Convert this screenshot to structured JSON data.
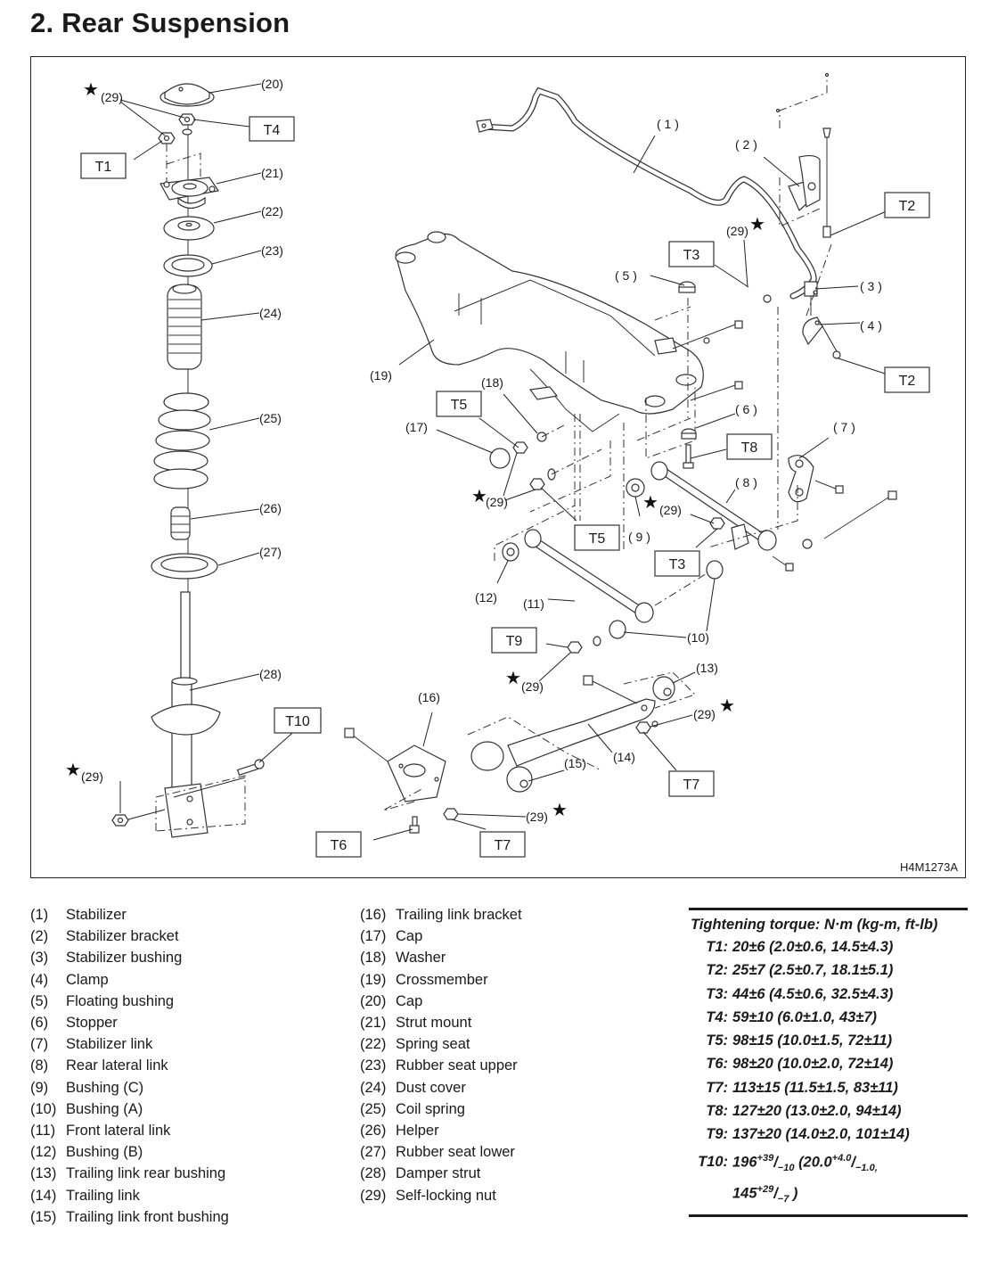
{
  "title": "2.  Rear Suspension",
  "figure": {
    "code": "H4M1273A",
    "callouts": {
      "c1": "( 1 )",
      "c2": "( 2 )",
      "c3": "( 3 )",
      "c4": "( 4 )",
      "c5": "( 5 )",
      "c6": "( 6 )",
      "c7": "( 7 )",
      "c8": "( 8 )",
      "c9": "( 9 )",
      "c10a": "(10)",
      "c11": "(11)",
      "c12": "(12)",
      "c13": "(13)",
      "c14": "(14)",
      "c15": "(15)",
      "c16": "(16)",
      "c17": "(17)",
      "c18": "(18)",
      "c19": "(19)",
      "c20": "(20)",
      "c21": "(21)",
      "c22": "(22)",
      "c23": "(23)",
      "c24": "(24)",
      "c25": "(25)",
      "c26": "(26)",
      "c27": "(27)",
      "c28": "(28)",
      "c29": "(29)"
    },
    "torque_tags": {
      "t1": "T1",
      "t2": "T2",
      "t3": "T3",
      "t4": "T4",
      "t5": "T5",
      "t6": "T6",
      "t7": "T7",
      "t8": "T8",
      "t9": "T9",
      "t10": "T10"
    },
    "star_symbol": "★"
  },
  "legend": {
    "col1": [
      {
        "num": "(1)",
        "name": "Stabilizer"
      },
      {
        "num": "(2)",
        "name": "Stabilizer bracket"
      },
      {
        "num": "(3)",
        "name": "Stabilizer bushing"
      },
      {
        "num": "(4)",
        "name": "Clamp"
      },
      {
        "num": "(5)",
        "name": "Floating bushing"
      },
      {
        "num": "(6)",
        "name": "Stopper"
      },
      {
        "num": "(7)",
        "name": "Stabilizer link"
      },
      {
        "num": "(8)",
        "name": "Rear lateral link"
      },
      {
        "num": "(9)",
        "name": "Bushing (C)"
      },
      {
        "num": "(10)",
        "name": "Bushing (A)"
      },
      {
        "num": "(11)",
        "name": "Front lateral link"
      },
      {
        "num": "(12)",
        "name": "Bushing (B)"
      },
      {
        "num": "(13)",
        "name": "Trailing link rear bushing"
      },
      {
        "num": "(14)",
        "name": "Trailing link"
      },
      {
        "num": "(15)",
        "name": "Trailing link front bushing"
      }
    ],
    "col2": [
      {
        "num": "(16)",
        "name": "Trailing link bracket"
      },
      {
        "num": "(17)",
        "name": "Cap"
      },
      {
        "num": "(18)",
        "name": "Washer"
      },
      {
        "num": "(19)",
        "name": "Crossmember"
      },
      {
        "num": "(20)",
        "name": "Cap"
      },
      {
        "num": "(21)",
        "name": "Strut mount"
      },
      {
        "num": "(22)",
        "name": "Spring seat"
      },
      {
        "num": "(23)",
        "name": "Rubber seat upper"
      },
      {
        "num": "(24)",
        "name": "Dust cover"
      },
      {
        "num": "(25)",
        "name": "Coil spring"
      },
      {
        "num": "(26)",
        "name": "Helper"
      },
      {
        "num": "(27)",
        "name": "Rubber seat lower"
      },
      {
        "num": "(28)",
        "name": "Damper strut"
      },
      {
        "num": "(29)",
        "name": "Self-locking nut"
      }
    ]
  },
  "torque": {
    "heading": "Tightening torque: N·m (kg-m, ft-lb)",
    "rows": [
      {
        "id": "T1:",
        "value": "20±6 (2.0±0.6, 14.5±4.3)"
      },
      {
        "id": "T2:",
        "value": "25±7 (2.5±0.7, 18.1±5.1)"
      },
      {
        "id": "T3:",
        "value": "44±6 (4.5±0.6, 32.5±4.3)"
      },
      {
        "id": "T4:",
        "value": "59±10 (6.0±1.0, 43±7)"
      },
      {
        "id": "T5:",
        "value": "98±15 (10.0±1.5, 72±11)"
      },
      {
        "id": "T6:",
        "value": "98±20 (10.0±2.0, 72±14)"
      },
      {
        "id": "T7:",
        "value": "113±15 (11.5±1.5, 83±11)"
      },
      {
        "id": "T8:",
        "value": "127±20 (13.0±2.0, 94±14)"
      },
      {
        "id": "T9:",
        "value": "137±20 (14.0±2.0, 101±14)"
      }
    ],
    "t10": {
      "id": "T10:",
      "nm_base": "196",
      "nm_plus": "+39",
      "nm_minus": "−10",
      "kgm_open": "(20.0",
      "kgm_plus": "+4.0",
      "kgm_minus": "−1.0,",
      "ftlb_base": "145",
      "ftlb_plus": "+29",
      "ftlb_minus": "−7",
      "close": " )"
    }
  }
}
